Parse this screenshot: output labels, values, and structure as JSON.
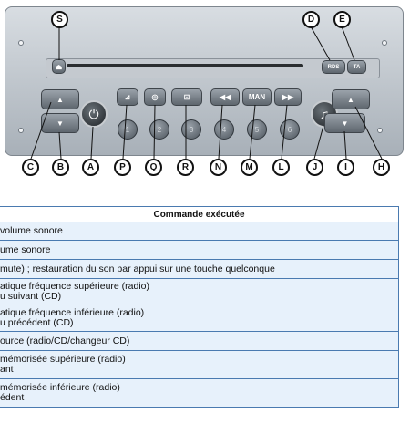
{
  "radio": {
    "callouts": [
      "S",
      "D",
      "E",
      "C",
      "B",
      "A",
      "P",
      "Q",
      "R",
      "N",
      "M",
      "L",
      "J",
      "I",
      "H"
    ],
    "buttons": {
      "rds": "RDS",
      "ta": "TA",
      "man": "MAN",
      "preset_1": "1",
      "preset_2": "2",
      "preset_3": "3",
      "preset_4": "4",
      "preset_5": "5",
      "preset_6": "6"
    }
  },
  "table": {
    "header": "Commande exécutée",
    "rows": [
      [
        "volume sonore"
      ],
      [
        "ume sonore"
      ],
      [
        "mute) ; restauration du son par appui sur une touche quelconque"
      ],
      [
        "atique fréquence supérieure (radio)",
        "u suivant (CD)"
      ],
      [
        "atique fréquence inférieure (radio)",
        "u précédent (CD)"
      ],
      [
        "ource (radio/CD/changeur CD)"
      ],
      [
        "mémorisée supérieure (radio)",
        "ant"
      ],
      [
        "mémorisée inférieure (radio)",
        "édent"
      ]
    ]
  }
}
